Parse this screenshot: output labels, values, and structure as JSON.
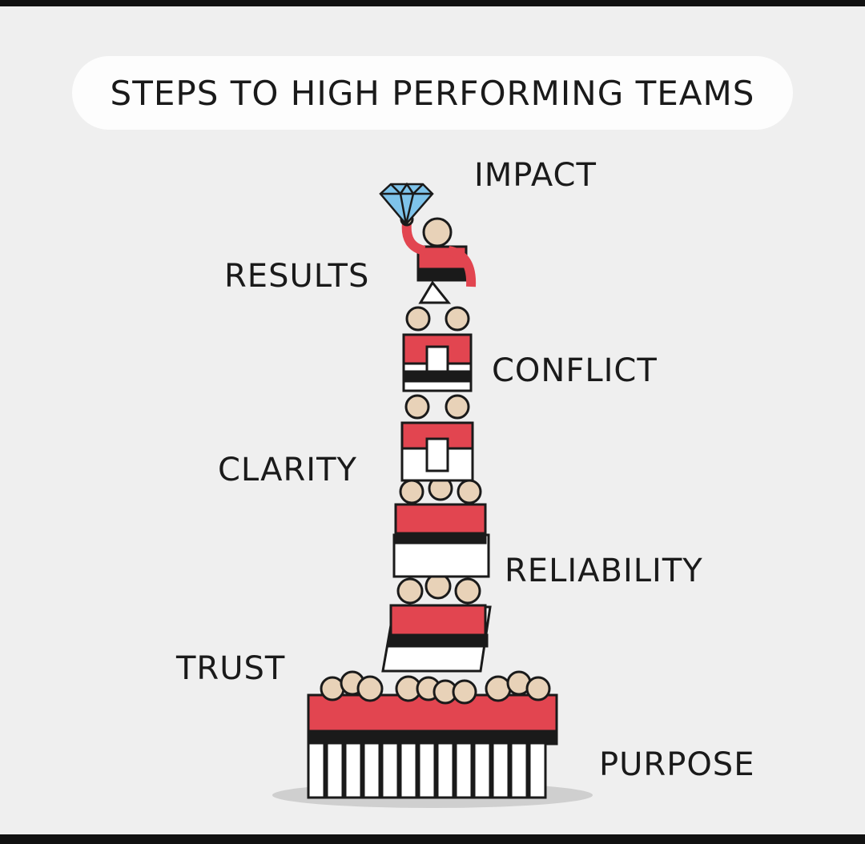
{
  "title": "STEPS TO HIGH PERFORMING TEAMS",
  "levels": [
    {
      "label": "IMPACT"
    },
    {
      "label": "RESULTS"
    },
    {
      "label": "CONFLICT"
    },
    {
      "label": "CLARITY"
    },
    {
      "label": "RELIABILITY"
    },
    {
      "label": "TRUST"
    },
    {
      "label": "PURPOSE"
    }
  ],
  "colors": {
    "background": "#efefef",
    "shirt": "#e24550",
    "skin": "#e8d2b8",
    "ink": "#1a1a1a",
    "diamond": "#7ec3ea"
  }
}
